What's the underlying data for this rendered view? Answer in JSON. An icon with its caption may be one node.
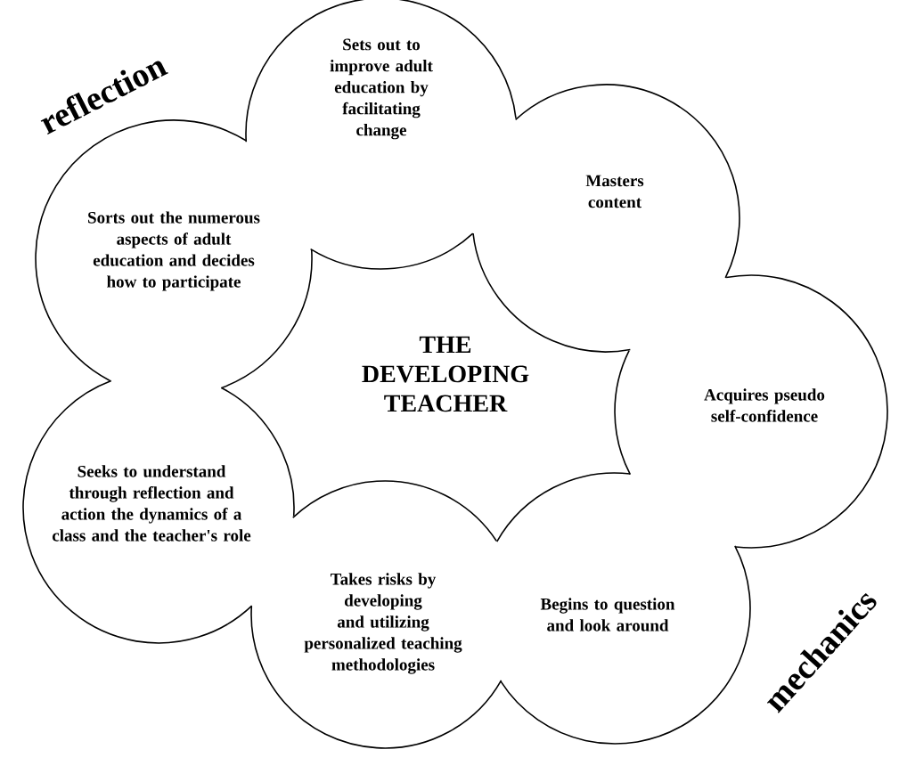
{
  "diagram": {
    "title": "THE DEVELOPING TEACHER",
    "nodes": [
      {
        "text": [
          "Sets out to improve adult education by facilitating change"
        ]
      },
      {
        "text": [
          "Masters content"
        ]
      },
      {
        "text": [
          "Acquires pseudo self-confidence"
        ]
      },
      {
        "text": [
          "Begins to question and look around"
        ]
      },
      {
        "text": [
          "Takes risks by developing and utilizing personalized teaching methodologies"
        ]
      },
      {
        "text": [
          "Seeks to understand through reflection and action the dynamics of a class and the teacher's role"
        ]
      },
      {
        "text": [
          "Sorts out the numerous aspects of adult education and decides how to participate"
        ]
      }
    ],
    "labels": [
      "reflection",
      "mechanics"
    ]
  }
}
